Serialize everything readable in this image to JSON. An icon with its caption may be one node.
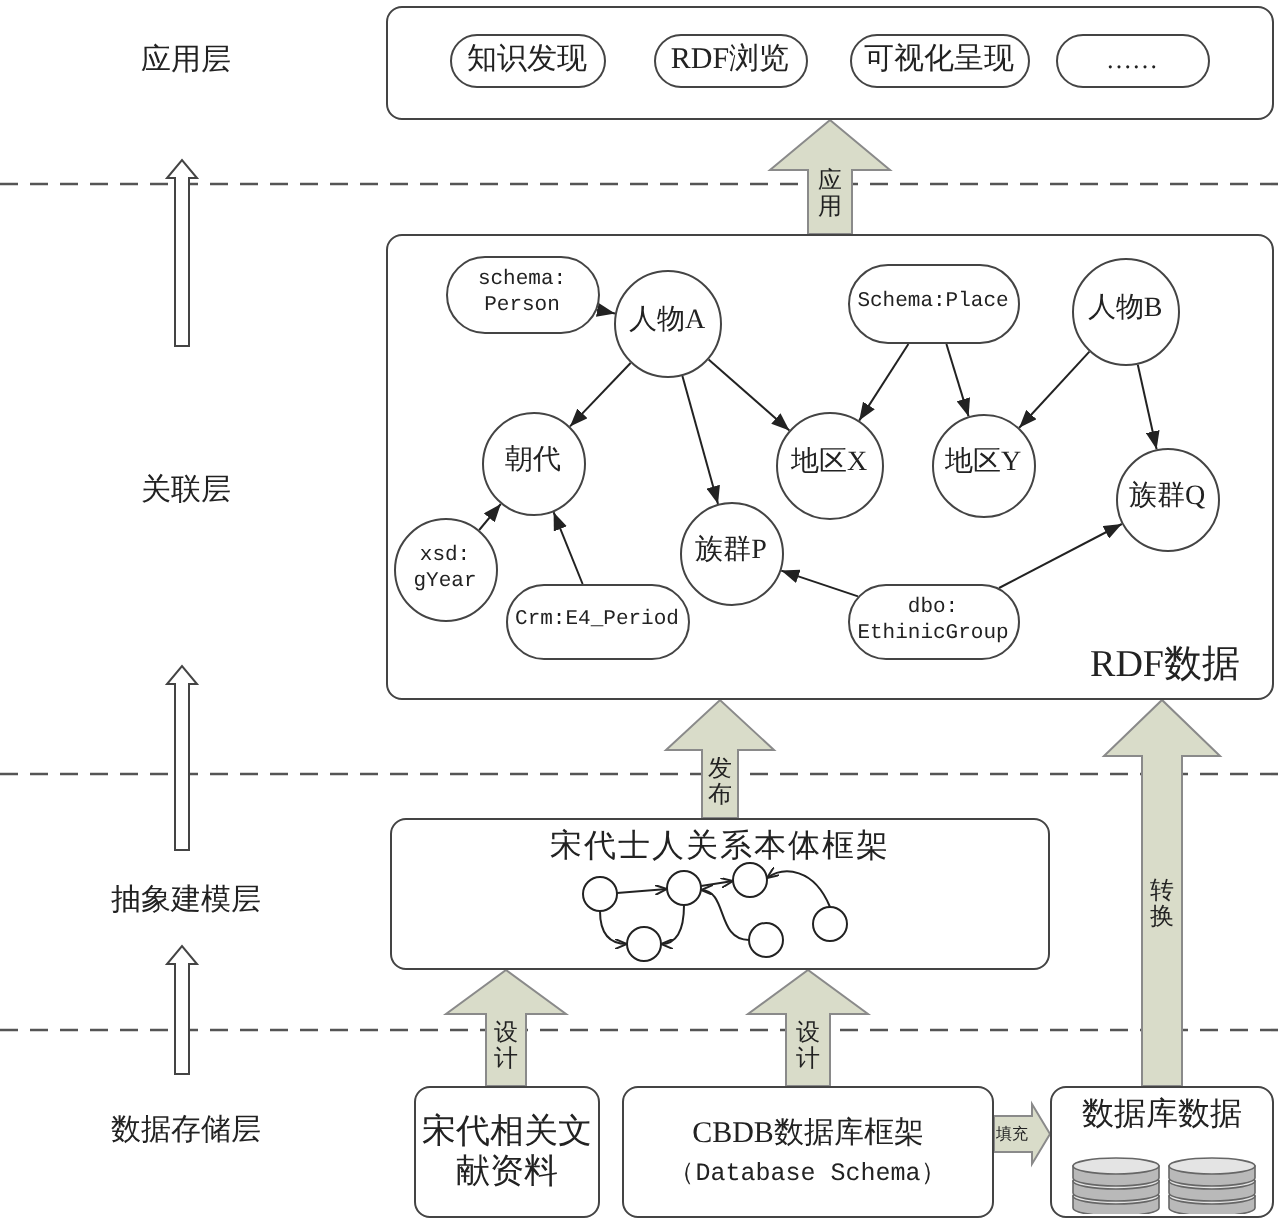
{
  "diagram": {
    "nodes": [
      {
        "text": [],
        "shape": "box"
      },
      {
        "text": [
          "知识发现"
        ],
        "in": 0
      },
      {
        "text": [
          "RDF浏览"
        ],
        "in": 0
      },
      {
        "text": [
          "可视化呈现"
        ],
        "in": 0
      },
      {
        "text": [
          "……"
        ],
        "in": 0
      },
      {
        "text": [
          "RDF数据"
        ]
      },
      {
        "text": [
          "schema: Person"
        ],
        "in": 5
      },
      {
        "text": [
          "人物A"
        ],
        "in": 5
      },
      {
        "text": [
          "Schema:Place"
        ],
        "in": 5
      },
      {
        "text": [
          "人物B"
        ],
        "in": 5
      },
      {
        "text": [
          "朝代"
        ],
        "in": 5
      },
      {
        "text": [
          "地区X"
        ],
        "in": 5
      },
      {
        "text": [
          "地区Y"
        ],
        "in": 5
      },
      {
        "text": [
          "族群Q"
        ],
        "in": 5
      },
      {
        "text": [
          "族群P"
        ],
        "in": 5
      },
      {
        "text": [
          "xsd: gYear"
        ],
        "in": 5
      },
      {
        "text": [
          "Crm:E4_Period"
        ],
        "in": 5
      },
      {
        "text": [
          "dbo: EthinicGroup"
        ],
        "in": 5
      },
      {
        "text": [
          "宋代士人关系本体框架"
        ]
      },
      {
        "text": [
          "宋代相关文献资料"
        ]
      },
      {
        "text": [
          "CBDB数据库框架",
          "（Database Schema）"
        ]
      },
      {
        "text": [
          "数据库数据"
        ]
      }
    ],
    "edges": [
      {
        "from": 6,
        "to": 7,
        "arrow": "to"
      },
      {
        "from": 7,
        "to": 10,
        "arrow": "to"
      },
      {
        "from": 7,
        "to": 14,
        "arrow": "to"
      },
      {
        "from": 7,
        "to": 11,
        "arrow": "to"
      },
      {
        "from": 8,
        "to": 11,
        "arrow": "to"
      },
      {
        "from": 8,
        "to": 12,
        "arrow": "to"
      },
      {
        "from": 9,
        "to": 12,
        "arrow": "to"
      },
      {
        "from": 9,
        "to": 13,
        "arrow": "to"
      },
      {
        "from": 15,
        "to": 10,
        "arrow": "to"
      },
      {
        "from": 16,
        "to": 10,
        "arrow": "to"
      },
      {
        "from": 17,
        "to": 14,
        "arrow": "to"
      },
      {
        "from": 17,
        "to": 13,
        "arrow": "to"
      },
      {
        "from": 5,
        "to": 0,
        "arrow": "to",
        "label": "应用",
        "style": "thick",
        "color": "#d9dcc9"
      },
      {
        "from": 18,
        "to": 5,
        "arrow": "to",
        "label": "发布",
        "style": "thick",
        "color": "#d9dcc9"
      },
      {
        "from": 21,
        "to": 5,
        "arrow": "to",
        "label": "转换",
        "style": "thick",
        "color": "#d9dcc9"
      },
      {
        "from": 19,
        "to": 18,
        "arrow": "to",
        "label": "设计",
        "style": "thick",
        "color": "#d9dcc9"
      },
      {
        "from": 20,
        "to": 18,
        "arrow": "to",
        "label": "设计",
        "style": "thick",
        "color": "#d9dcc9"
      },
      {
        "from": 20,
        "to": 21,
        "arrow": "to",
        "label": "填充",
        "style": "thick",
        "color": "#d9dcc9"
      }
    ],
    "labels": [
      "应用层",
      "关联层",
      "抽象建模层",
      "数据存储层"
    ]
  }
}
